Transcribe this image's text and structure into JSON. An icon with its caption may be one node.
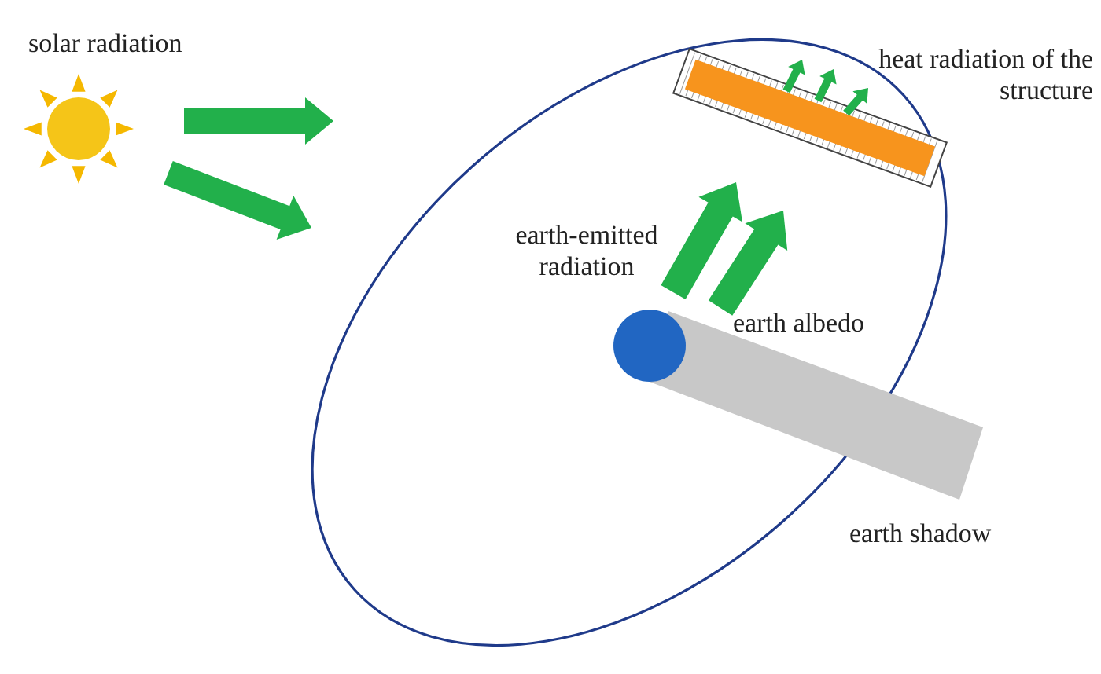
{
  "diagram": {
    "labels": [
      "solar radiation",
      "heat radiation of the structure",
      "earth-emitted radiation",
      "earth albedo",
      "earth shadow"
    ]
  }
}
